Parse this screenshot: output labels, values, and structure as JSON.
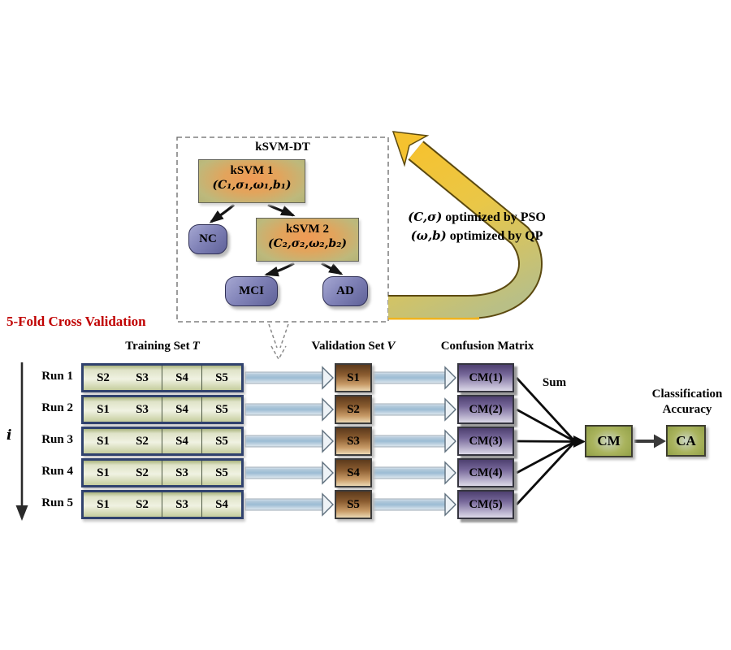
{
  "figure": {
    "cross_validation_title": "5-Fold Cross Validation",
    "tree": {
      "title": "kSVM-DT",
      "ksvm1": {
        "name": "kSVM 1",
        "params": "(C₁,σ₁,ω₁,b₁)"
      },
      "ksvm2": {
        "name": "kSVM 2",
        "params": "(C₂,σ₂,ω₂,b₂)"
      },
      "leaf_nc": "NC",
      "leaf_mci": "MCI",
      "leaf_ad": "AD"
    },
    "optimization": {
      "line1_symbols": "(C,σ)",
      "line1_text": " optimized by PSO",
      "line2_symbols": "(ω,b)",
      "line2_text": " optimized by QP"
    },
    "table": {
      "training_header": {
        "label": "Training Set",
        "symbol": "T"
      },
      "validation_header": {
        "label": "Validation Set",
        "symbol": "V"
      },
      "confusion_header": "Confusion Matrix",
      "run_index_symbol": "i",
      "rows": [
        {
          "run": "Run 1",
          "training": [
            "S2",
            "S3",
            "S4",
            "S5"
          ],
          "validation": "S1",
          "cm": "CM(1)"
        },
        {
          "run": "Run 2",
          "training": [
            "S1",
            "S3",
            "S4",
            "S5"
          ],
          "validation": "S2",
          "cm": "CM(2)"
        },
        {
          "run": "Run 3",
          "training": [
            "S1",
            "S2",
            "S4",
            "S5"
          ],
          "validation": "S3",
          "cm": "CM(3)"
        },
        {
          "run": "Run 4",
          "training": [
            "S1",
            "S2",
            "S3",
            "S5"
          ],
          "validation": "S4",
          "cm": "CM(4)"
        },
        {
          "run": "Run 5",
          "training": [
            "S1",
            "S2",
            "S3",
            "S4"
          ],
          "validation": "S5",
          "cm": "CM(5)"
        }
      ]
    },
    "aggregation": {
      "sum_label": "Sum",
      "cm_box": "CM",
      "ca_box": "CA",
      "accuracy_line1": "Classification",
      "accuracy_line2": "Accuracy"
    },
    "colors": {
      "title_red": "#c00000",
      "arrow_gold": "#f5c22f",
      "arrow_olive": "#b9bf86",
      "node_purple": "#8183b8",
      "training_olive": "#dfe3c8",
      "validation_brown": "#8a5c30",
      "cm_purple": "#77689a",
      "result_green": "#a9b35c",
      "flow_blue": "#9cbcd4"
    }
  }
}
